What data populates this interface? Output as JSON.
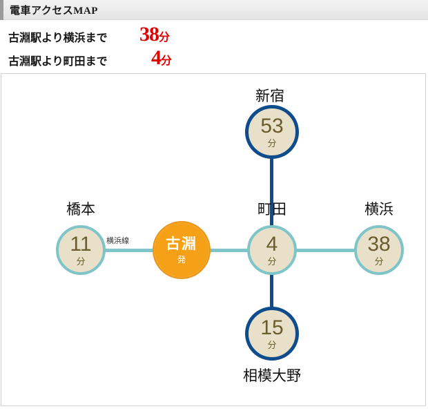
{
  "header": {
    "title": "電車アクセスMAP"
  },
  "summary": [
    {
      "label": "古淵駅より横浜まで",
      "value": "38",
      "unit": "分"
    },
    {
      "label": "古淵駅より町田まで",
      "value": "4",
      "unit": "分"
    }
  ],
  "map": {
    "line_labels": [
      {
        "text": "横浜線"
      }
    ],
    "nodes": [
      {
        "id": "shinjuku",
        "station": "新宿",
        "time": "53",
        "unit": "分",
        "style": "navy"
      },
      {
        "id": "hashimoto",
        "station": "橋本",
        "time": "11",
        "unit": "分",
        "style": "teal"
      },
      {
        "id": "furubuchi",
        "station": "古淵",
        "time": "発",
        "unit": "",
        "style": "orange"
      },
      {
        "id": "machida",
        "station": "町田",
        "time": "4",
        "unit": "分",
        "style": "teal"
      },
      {
        "id": "yokohama",
        "station": "横浜",
        "time": "38",
        "unit": "分",
        "style": "teal"
      },
      {
        "id": "sagamiono",
        "station": "相模大野",
        "time": "15",
        "unit": "分",
        "style": "navy"
      }
    ]
  },
  "colors": {
    "navy": "#0f4c8c",
    "teal": "#7fc4c8",
    "orange": "#f5a118",
    "beige": "#e8e0c8",
    "node_text": "#6b5c2e",
    "accent_red": "#e00000",
    "header_accent": "#9a9a9a"
  }
}
